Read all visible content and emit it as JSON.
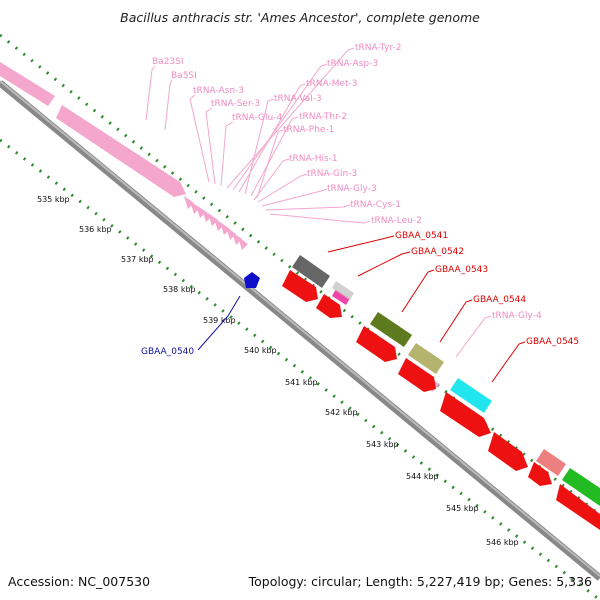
{
  "title": "Bacillus anthracis str. 'Ames Ancestor', complete genome",
  "footer": {
    "accession": "Accession: NC_007530",
    "summary": "Topology: circular; Length: 5,227,419 bp; Genes: 5,336"
  },
  "colors": {
    "rna": "#f4a6cc",
    "gene": "#ee1111",
    "gene_label": "#dd0000",
    "selected_gene_label": "#1010a0",
    "backbone": "#8c8c8c",
    "tick_dot": "#1c7a1c",
    "tick_dash": "#2e8b2e"
  },
  "ticks": [
    "535 kbp",
    "536 kbp",
    "537 kbp",
    "538 kbp",
    "539 kbp",
    "540 kbp",
    "541 kbp",
    "542 kbp",
    "543 kbp",
    "544 kbp",
    "545 kbp",
    "546 kbp"
  ],
  "rna_labels": [
    "Ba23SI",
    "Ba5SI",
    "tRNA-Asn-3",
    "tRNA-Ser-3",
    "tRNA-Glu-4",
    "tRNA-Tyr-2",
    "tRNA-Asp-3",
    "tRNA-Met-3",
    "tRNA-Val-3",
    "tRNA-Thr-2",
    "tRNA-Phe-1",
    "tRNA-His-1",
    "tRNA-Gln-3",
    "tRNA-Gly-3",
    "tRNA-Cys-1",
    "tRNA-Leu-2",
    "tRNA-Gly-4"
  ],
  "gene_labels": [
    "GBAA_0540",
    "GBAA_0541",
    "GBAA_0542",
    "GBAA_0543",
    "GBAA_0544",
    "GBAA_0545"
  ],
  "cog_colors": [
    "#666666",
    "#ee44aa",
    "#cccccc",
    "#5e7a1e",
    "#b4b46e",
    "#22e6ee",
    "#ee7f80",
    "#22bb22"
  ]
}
